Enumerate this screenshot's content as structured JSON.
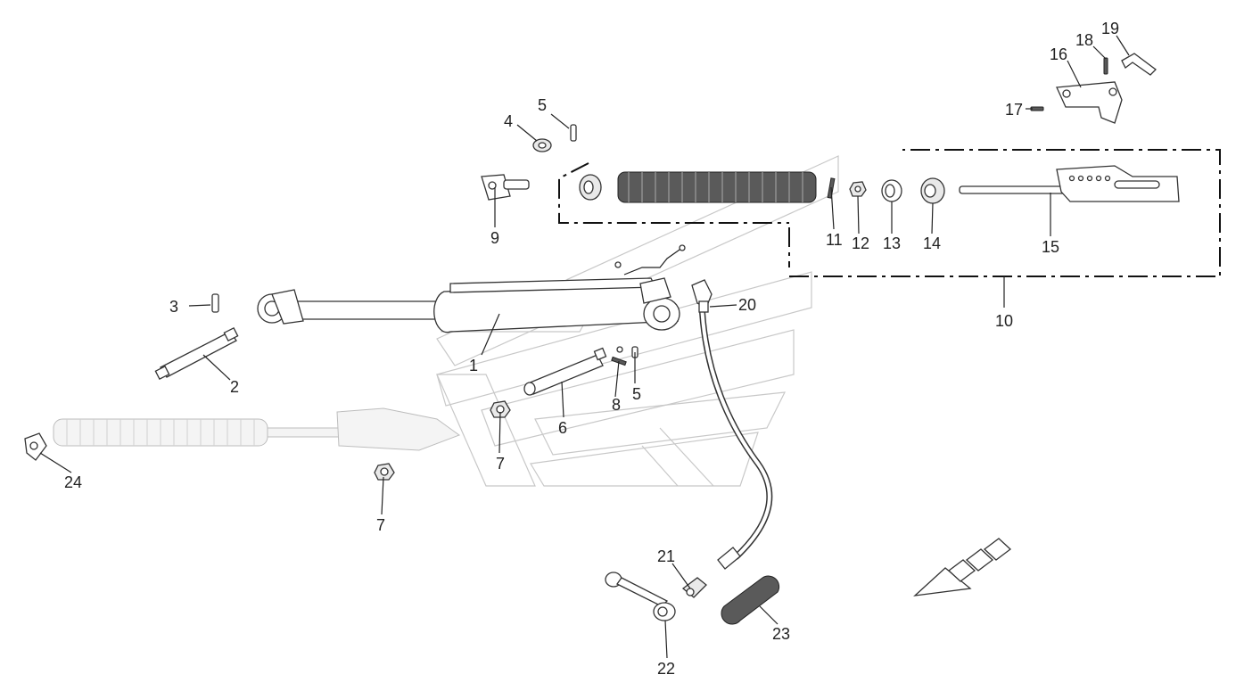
{
  "callouts": [
    {
      "id": "1",
      "text": "1"
    },
    {
      "id": "2",
      "text": "2"
    },
    {
      "id": "3",
      "text": "3"
    },
    {
      "id": "4",
      "text": "4"
    },
    {
      "id": "5a",
      "text": "5"
    },
    {
      "id": "5b",
      "text": "5"
    },
    {
      "id": "6",
      "text": "6"
    },
    {
      "id": "7a",
      "text": "7"
    },
    {
      "id": "7b",
      "text": "7"
    },
    {
      "id": "8",
      "text": "8"
    },
    {
      "id": "9",
      "text": "9"
    },
    {
      "id": "10",
      "text": "10"
    },
    {
      "id": "11",
      "text": "11"
    },
    {
      "id": "12",
      "text": "12"
    },
    {
      "id": "13",
      "text": "13"
    },
    {
      "id": "14",
      "text": "14"
    },
    {
      "id": "15",
      "text": "15"
    },
    {
      "id": "16",
      "text": "16"
    },
    {
      "id": "17",
      "text": "17"
    },
    {
      "id": "18",
      "text": "18"
    },
    {
      "id": "19",
      "text": "19"
    },
    {
      "id": "20",
      "text": "20"
    },
    {
      "id": "21",
      "text": "21"
    },
    {
      "id": "22",
      "text": "22"
    },
    {
      "id": "23",
      "text": "23"
    },
    {
      "id": "24",
      "text": "24"
    }
  ],
  "icons": {
    "direction_arrow": "direction-arrow-icon",
    "watermark": "brand-watermark"
  }
}
